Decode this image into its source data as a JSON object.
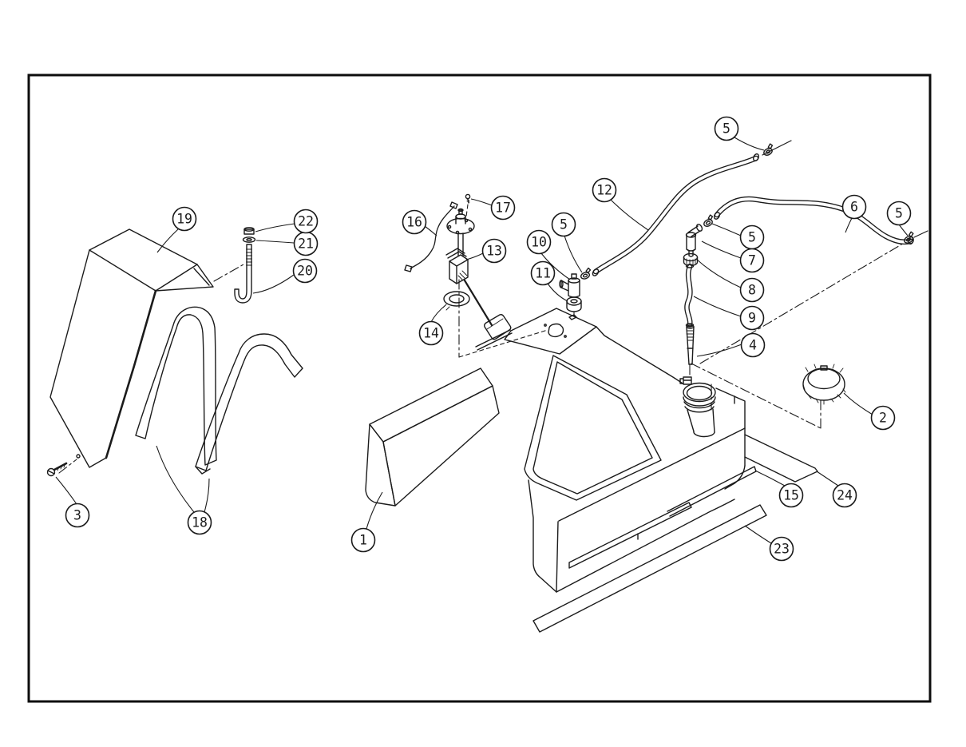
{
  "drawing": {
    "kind": "exploded-parts-line-diagram",
    "background_color": "#ffffff",
    "line_color": "#1b1b1b"
  },
  "callouts": [
    {
      "label": "1"
    },
    {
      "label": "2"
    },
    {
      "label": "3"
    },
    {
      "label": "4"
    },
    {
      "label": "5"
    },
    {
      "label": "5"
    },
    {
      "label": "5"
    },
    {
      "label": "5"
    },
    {
      "label": "6"
    },
    {
      "label": "7"
    },
    {
      "label": "8"
    },
    {
      "label": "9"
    },
    {
      "label": "10"
    },
    {
      "label": "11"
    },
    {
      "label": "12"
    },
    {
      "label": "13"
    },
    {
      "label": "14"
    },
    {
      "label": "15"
    },
    {
      "label": "16"
    },
    {
      "label": "17"
    },
    {
      "label": "18"
    },
    {
      "label": "19"
    },
    {
      "label": "20"
    },
    {
      "label": "21"
    },
    {
      "label": "22"
    },
    {
      "label": "23"
    },
    {
      "label": "24"
    }
  ]
}
